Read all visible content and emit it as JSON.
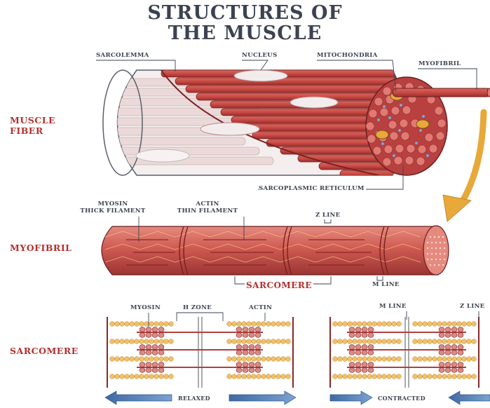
{
  "title": {
    "line1": "STRUCTURES OF",
    "line2": "THE MUSCLE"
  },
  "sections": {
    "muscle_fiber": {
      "line1": "MUSCLE",
      "line2": "FIBER"
    },
    "myofibril": "MYOFIBRIL",
    "sarcomere": "SARCOMERE"
  },
  "fiber_labels": {
    "sarcolemma": "SARCOLEMMA",
    "nucleus": "NUCLEUS",
    "mitochondria": "MITOCHONDRIA",
    "myofibril": "MYOFIBRIL",
    "sarcoplasmic_reticulum": "SARCOPLASMIC RETICULUM"
  },
  "myofibril_labels": {
    "myosin_line1": "MYOSIN",
    "myosin_line2": "THICK FILAMENT",
    "actin_line1": "ACTIN",
    "actin_line2": "THIN FILAMENT",
    "z_line": "Z LINE",
    "sarcomere": "SARCOMERE",
    "m_line": "M LINE"
  },
  "sarcomere_labels": {
    "myosin": "MYOSIN",
    "h_zone": "H ZONE",
    "actin": "ACTIN",
    "m_line": "M LINE",
    "z_line": "Z LINE",
    "relaxed": "RELAXED",
    "contracted": "CONTRACTED"
  },
  "colors": {
    "muscle_red": "#c84a44",
    "muscle_dark": "#8e2626",
    "muscle_light": "#e58a7f",
    "label_text": "#3b4250",
    "section_text": "#b5302e",
    "arrow_gold": "#e8a83a",
    "arrow_blue": "#5b86b8",
    "actin_bead": "#f2c06a",
    "myosin_head": "#d98b86"
  }
}
